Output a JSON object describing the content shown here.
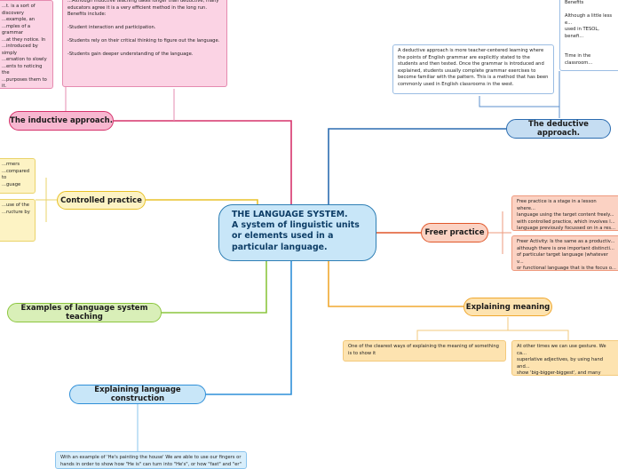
{
  "central": {
    "line1": "THE LANGUAGE SYSTEM.",
    "line2": "A system of linguistic units or elements used in a particular language."
  },
  "inductive": {
    "label": "The inductive approach.",
    "note_top": "...Although inductive teaching takes longer than deductive, many educators agree it is a very efficient method in the long run.\nBenefits include:\n\n-Student interaction and participation.\n\n-Students rely on their critical thinking to figure out the language.\n\n-Students gain deeper understanding of the language.",
    "note_left": "...t. is a sort of discovery\n...example, an\n...mples of a grammar\n...at they notice. In\n...introduced by simply\n...ersation to slowly\n...ents to noticing the\n...purposes them to it."
  },
  "deductive": {
    "label": "The deductive approach.",
    "note_center": "A deductive approach is more teacher-centered learning where the points of English grammar are explicitly stated to the students and then tested. Once the grammar is introduced and explained, students usually complete grammar exercises to become familiar with the pattern. This is a method that has been commonly used in English classrooms in the west.",
    "note_right": "Benefits\n\nAlthough a little less e...\nused in TESOL, benefi...\n\n\nTime in the classroom...\n\nMost material can be...\n\nIt encourages faster l..."
  },
  "controlled": {
    "label": "Controlled practice",
    "note1": "...rmers\n...compared to\n...guage",
    "note2": "...use of the\n...ructure by"
  },
  "freer": {
    "label": "Freer practice",
    "note1": "Free practice is a stage in a lesson where...\nlanguage using the target content freely...\nwith controlled practice, which involves l...\nlanguage previously focussed on in a res...",
    "note2": "Freer Activity: Is the same as a productiv...\nalthough there is one important distincti...\nof particular target language (whatever v...\nor functional language that is the focus o..."
  },
  "examples": {
    "label": "Examples of language system teaching"
  },
  "meaning": {
    "label": "Explaining meaning",
    "note1": "One of the clearest ways of explaining the meaning of something is to show it",
    "note2": "At other times we can use gesture. We ca...\nsuperlative adjectives, by using hand and...\nshow 'big-bigger-biggest', and many teach...\ngestures to explain."
  },
  "construction": {
    "label": "Explaining language construction",
    "note": "With an example of 'He's painting the house' We are able to use our fingers or hands in order to show how \"He is\" can turn into \"He's\", or how \"fast\" and \"er\" are joined in order to make a comparative adjective in speech."
  },
  "colors": {
    "inductive": "#d6336c",
    "deductive": "#2b6cb0",
    "controlled": "#e8c22a",
    "freer": "#e0572a",
    "examples": "#8cc63f",
    "meaning": "#f0a830",
    "construction": "#2f8fd8"
  }
}
